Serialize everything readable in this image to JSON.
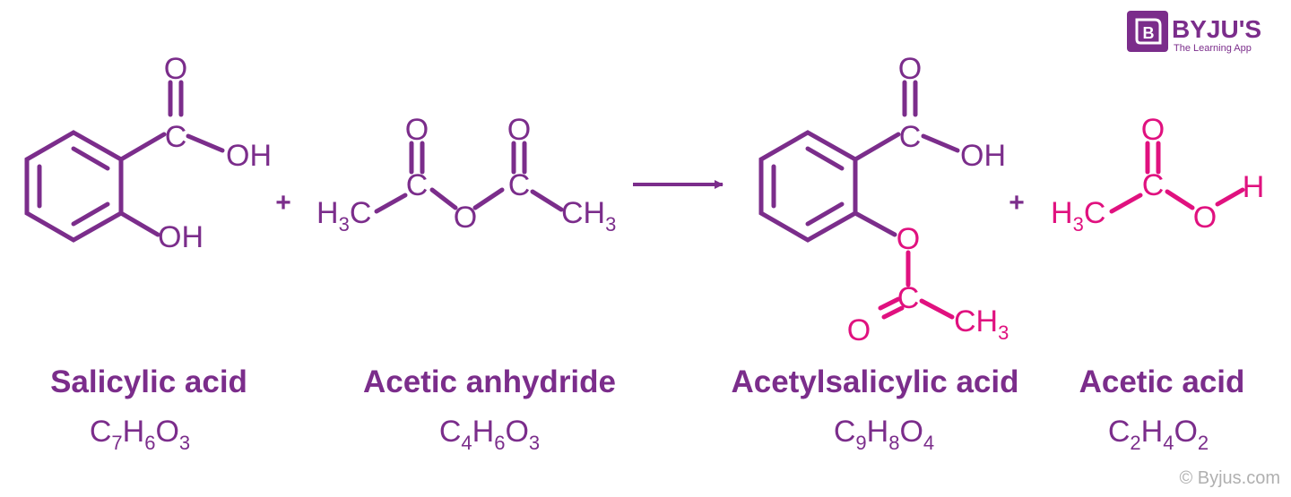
{
  "colors": {
    "purple": "#7b2d8b",
    "magenta": "#e0117f",
    "gray": "#b0b0b0"
  },
  "logo": {
    "name": "BYJU'S",
    "tagline": "The Learning App",
    "icon": "b-book-icon"
  },
  "copyright": "© Byjus.com",
  "plus_sign": "+",
  "compounds": [
    {
      "name": "Salicylic acid",
      "formula": [
        [
          "C",
          "7"
        ],
        [
          "H",
          "6"
        ],
        [
          "O",
          "3"
        ]
      ]
    },
    {
      "name": "Acetic anhydride",
      "formula": [
        [
          "C",
          "4"
        ],
        [
          "H",
          "6"
        ],
        [
          "O",
          "3"
        ]
      ]
    },
    {
      "name": "Acetylsalicylic acid",
      "formula": [
        [
          "C",
          "9"
        ],
        [
          "H",
          "8"
        ],
        [
          "O",
          "4"
        ]
      ]
    },
    {
      "name": "Acetic acid",
      "formula": [
        [
          "C",
          "2"
        ],
        [
          "H",
          "4"
        ],
        [
          "O",
          "2"
        ]
      ]
    }
  ],
  "atoms": {
    "O": "O",
    "C": "C",
    "OH": "OH",
    "H": "H",
    "H3C": [
      "H",
      "3",
      "C"
    ],
    "CH3": [
      "CH",
      "3"
    ]
  }
}
